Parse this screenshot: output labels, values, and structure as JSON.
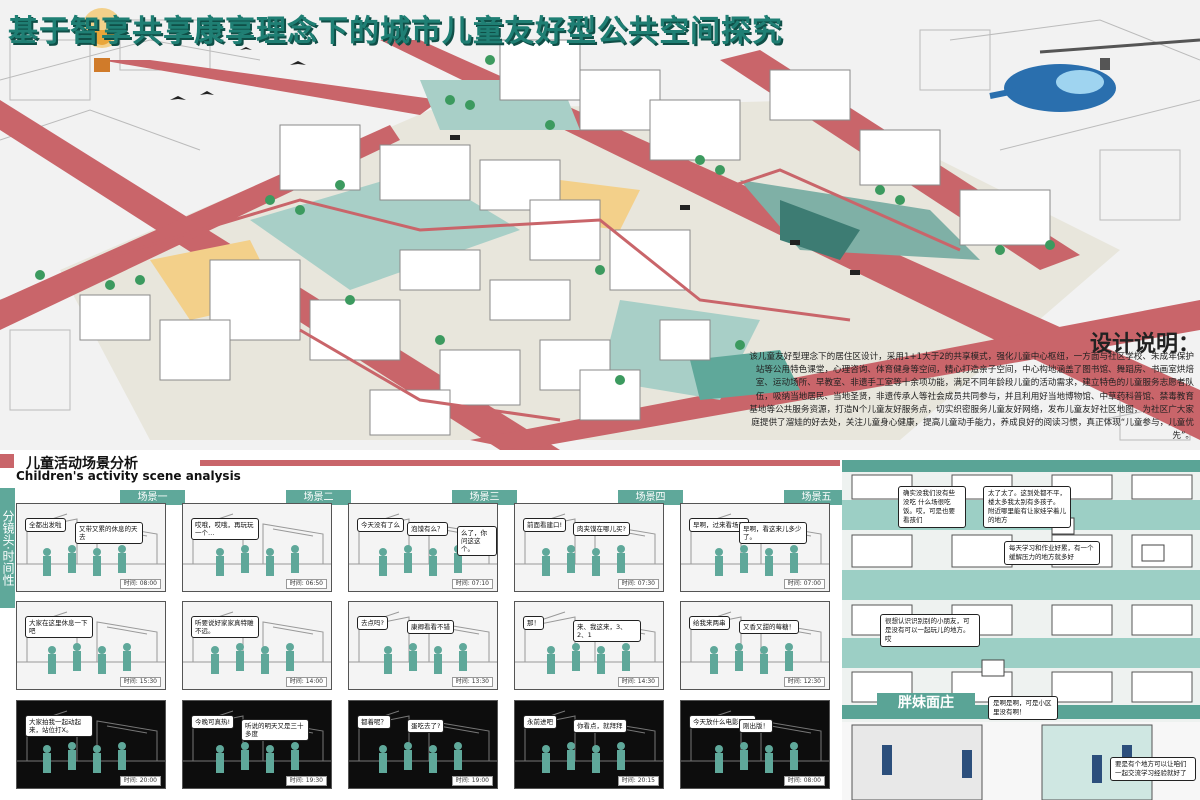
{
  "title": "基于智享共享康享理念下的城市儿童友好型公共空间探究",
  "design": {
    "heading": "设计说明：",
    "text": "该儿童友好型理念下的居住区设计，采用1+1大于2的共享模式，强化儿童中心枢纽，一方面与社区学校、未成年保护站等公用特色课堂，心理咨询、体育健身等空间，精心打造亲子空间，中心构地涵盖了图书馆、舞蹈房、书画室烘焙室、运动场所、早教室、非遗手工室等十余项功能，满足不同年龄段儿童的活动需求，建立特色的儿童服务志愿者队伍，吸纳当地居民、当地圣贤，非遗传承人等社会成员共同参与，并且利用好当地博物馆、中草药科普馆、禁毒教育基地等公共服务资源，打造N个儿童友好服务点，切实织密服务儿童友好网络，发布儿童友好社区地图，为社区广大家庭提供了溜娃的好去处，关注儿童身心健康，提高儿童动手能力，养成良好的阅读习惯，真正体现“儿童参与，儿童优先”。"
  },
  "scene": {
    "title_zh": "儿童活动场景分析",
    "title_en": "Children's activity scene analysis",
    "side_label": "分镜头·时间性",
    "columns": [
      "场景一",
      "场景二",
      "场景三",
      "场景四",
      "场景五"
    ],
    "panels": [
      {
        "bubbles": [
          "全都出发啦",
          "又带又累的休息的天去"
        ],
        "time": "时间: 08:00"
      },
      {
        "bubbles": [
          "哎哦，哎哦，再玩玩一个…"
        ],
        "time": "时间: 06:50"
      },
      {
        "bubbles": [
          "今天没有了么",
          "泡馍有么？",
          "么了，你问这这个。"
        ],
        "time": "时间: 07:10"
      },
      {
        "bubbles": [
          "前面看建口!",
          "肉夹馍在哪儿买?"
        ],
        "time": "时间: 07:30"
      },
      {
        "bubbles": [
          "早啊，过来看场？",
          "早啊，看这来儿多少了。"
        ],
        "time": "时间: 07:00"
      },
      {
        "bubbles": [
          "大家在这里休息一下吧"
        ],
        "time": "时间: 15:30"
      },
      {
        "bubbles": [
          "听要说好家家真特雕不远。"
        ],
        "time": "时间: 14:00"
      },
      {
        "bubbles": [
          "去点吗?",
          "康卿看看不错"
        ],
        "time": "时间: 13:30"
      },
      {
        "bubbles": [
          "那！",
          "来、我这来，3、2、1"
        ],
        "time": "时间: 14:30"
      },
      {
        "bubbles": [
          "给我来两串",
          "又香又甜的莓糖！"
        ],
        "time": "时间: 12:30"
      },
      {
        "bubbles": [
          "大家拍我一起动起来，站位打X。"
        ],
        "time": "时间: 20:00"
      },
      {
        "bubbles": [
          "今晚可真热!",
          "听说的明天又是三十多度"
        ],
        "time": "时间: 19:30"
      },
      {
        "bubbles": [
          "都着呢？",
          "蛋吃去了?"
        ],
        "time": "时间: 19:00"
      },
      {
        "bubbles": [
          "永前进吧",
          "你看点，就拜拜"
        ],
        "time": "时间: 20:15"
      },
      {
        "bubbles": [
          "今天放什么电影啊？",
          "刚出版！"
        ],
        "time": "时间: 08:00"
      }
    ]
  },
  "facade": {
    "shop_name": "胖妹面庄",
    "bubbles": [
      "确实没我们没有些没吃 什么场很吃饭。哎，可是也要看孩们",
      "太了太了。这到处都不平，楼太多我太别有多孩子。 附近哪里能有让家娃学着儿的地方",
      "每天学习和作业好累，有一个缓解压力的地方就多好",
      "很想认识识别别的小朋友，可是没有可以一起玩儿的地方。哎",
      "是啊是啊，可是小区里没有啊！",
      "要是有个地方可以让咱们一起交流学习经验就好了"
    ]
  },
  "colors": {
    "accent_teal": "#5fa89a",
    "road_red": "#c9656a",
    "title_teal": "#1f7f74"
  }
}
